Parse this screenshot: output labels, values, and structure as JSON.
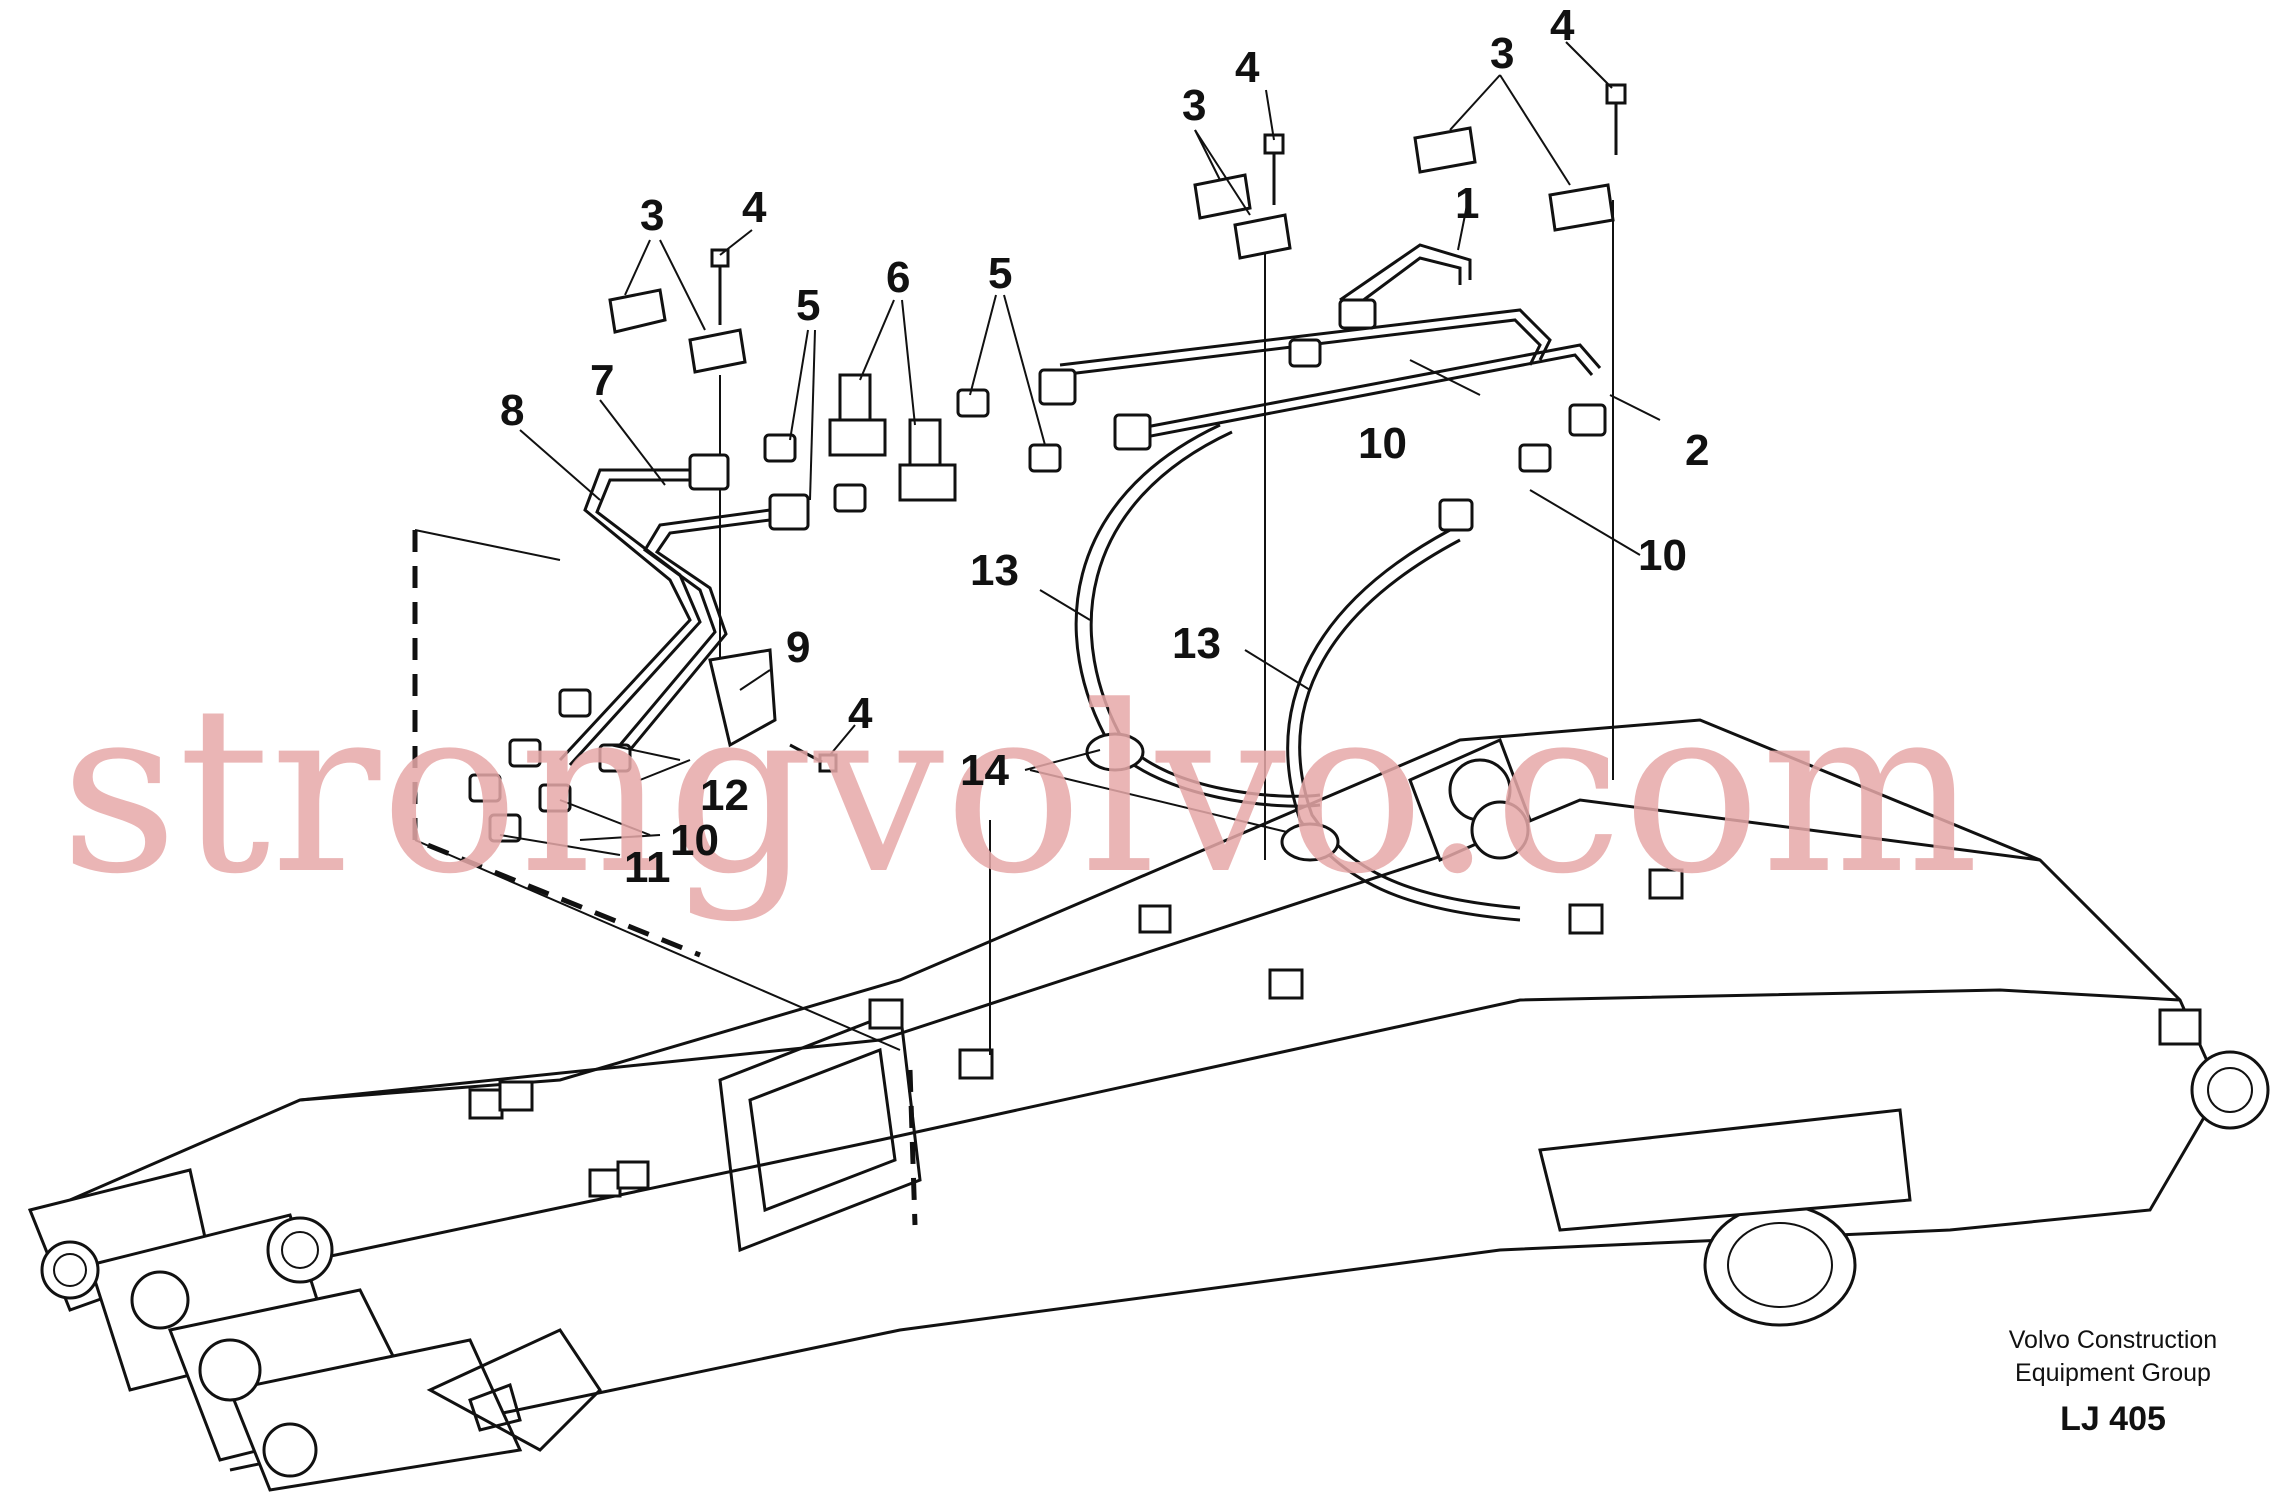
{
  "diagram": {
    "labels": {
      "l1": "1",
      "l2": "2",
      "l3a": "3",
      "l3b": "3",
      "l3c": "3",
      "l4a": "4",
      "l4b": "4",
      "l4c": "4",
      "l4d": "4",
      "l5a": "5",
      "l5b": "5",
      "l6": "6",
      "l7": "7",
      "l8": "8",
      "l9": "9",
      "l10a": "10",
      "l10b": "10",
      "l10c": "10",
      "l11": "11",
      "l12": "12",
      "l13a": "13",
      "l13b": "13",
      "l14": "14"
    },
    "watermark": "strongvolvo.com",
    "credit_line1": "Volvo Construction",
    "credit_line2": "Equipment Group",
    "drawing_code": "LJ 405"
  }
}
